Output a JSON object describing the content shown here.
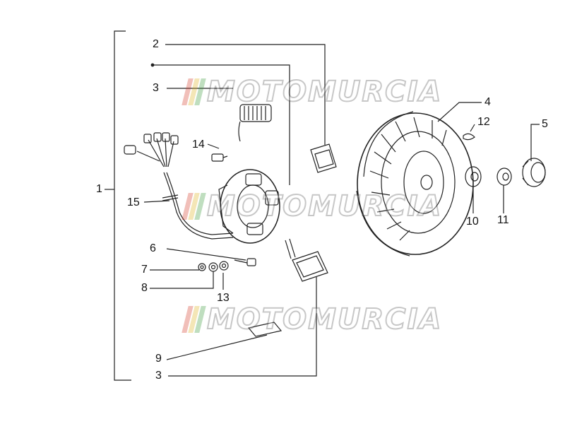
{
  "watermark": {
    "text": "MOTOMURCIA",
    "bar_colors": [
      "#d43a2a",
      "#e0b21f",
      "#3c9a3c"
    ]
  },
  "callouts": [
    {
      "id": "1",
      "label": "1"
    },
    {
      "id": "2",
      "label": "2"
    },
    {
      "id": "3a",
      "label": "3"
    },
    {
      "id": "3b",
      "label": "3"
    },
    {
      "id": "4",
      "label": "4"
    },
    {
      "id": "5",
      "label": "5"
    },
    {
      "id": "6",
      "label": "6"
    },
    {
      "id": "7",
      "label": "7"
    },
    {
      "id": "8",
      "label": "8"
    },
    {
      "id": "9",
      "label": "9"
    },
    {
      "id": "10",
      "label": "10"
    },
    {
      "id": "11",
      "label": "11"
    },
    {
      "id": "12",
      "label": "12"
    },
    {
      "id": "13",
      "label": "13"
    },
    {
      "id": "14",
      "label": "14"
    },
    {
      "id": "15",
      "label": "15"
    }
  ]
}
